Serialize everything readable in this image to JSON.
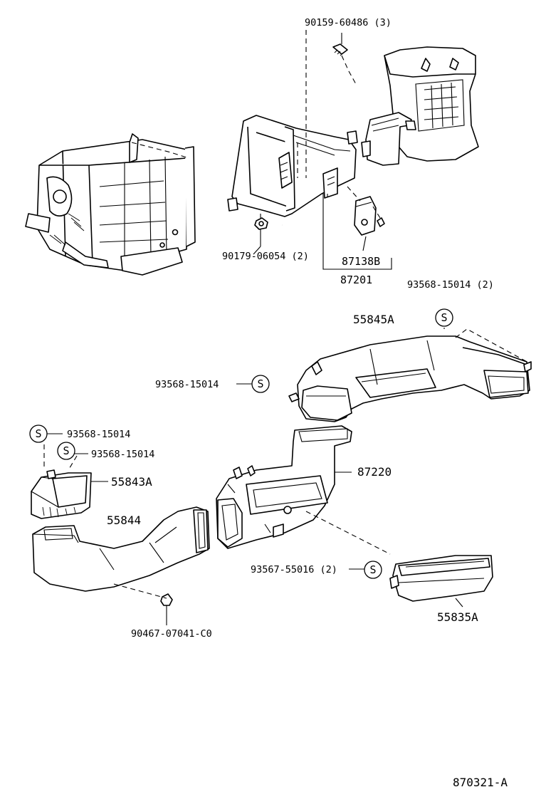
{
  "labels": {
    "bolt_90159": "90159-60486 (3)",
    "nut_90179": "90179-06054 (2)",
    "part_87138B": "87138B",
    "part_87201": "87201",
    "screw_93568_2": "93568-15014 (2)",
    "duct_55845A": "55845A",
    "screw_93568_left": "93568-15014",
    "screw_93568_a": "93568-15014",
    "screw_93568_b": "93568-15014",
    "duct_55843A": "55843A",
    "duct_55844": "55844",
    "duct_87220": "87220",
    "screw_93567": "93567-55016 (2)",
    "duct_55835A": "55835A",
    "clip_90467": "90467-07041-C0",
    "figure_code": "870321-A"
  },
  "symbols": {
    "standard_part": "S"
  }
}
